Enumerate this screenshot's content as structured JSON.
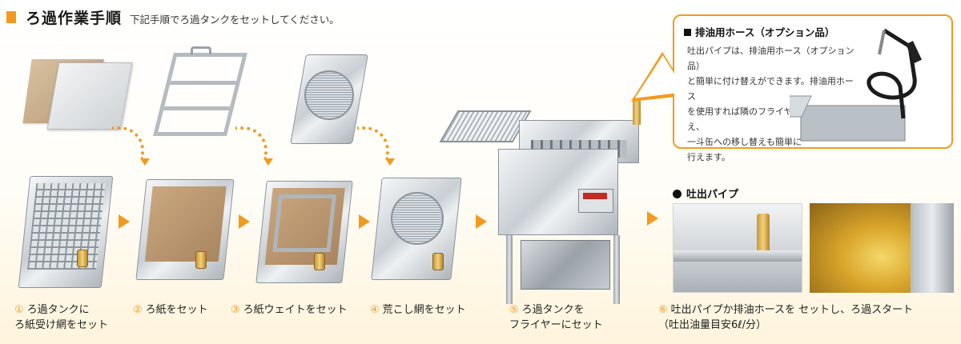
{
  "header": {
    "title": "ろ過作業手順",
    "subtitle": "下記手順でろ過タンクをセットしてください。"
  },
  "steps": [
    {
      "num": "①",
      "label": "ろ過タンクに\nろ紙受け網をセット"
    },
    {
      "num": "②",
      "label": "ろ紙をセット"
    },
    {
      "num": "③",
      "label": "ろ紙ウェイトをセット"
    },
    {
      "num": "④",
      "label": "荒こし網をセット"
    },
    {
      "num": "⑤",
      "label": "ろ過タンクを\nフライヤーにセット"
    },
    {
      "num": "⑥",
      "label": "吐出パイプか排油ホースを セットし、ろ過スタート\n（吐出油量目安6ℓ/分）"
    }
  ],
  "callout": {
    "title": "排油用ホース（オプション品）",
    "body": "吐出パイプは、排油用ホース（オプション品）\nと簡単に付け替えができます。排油用ホース\nを使用すれば隣のフライヤーへの移し替え、\n一斗缶への移し替えも簡単に\n行えます。"
  },
  "pipe_section": {
    "heading": "吐出パイプ"
  },
  "colors": {
    "accent": "#f39a1e"
  }
}
